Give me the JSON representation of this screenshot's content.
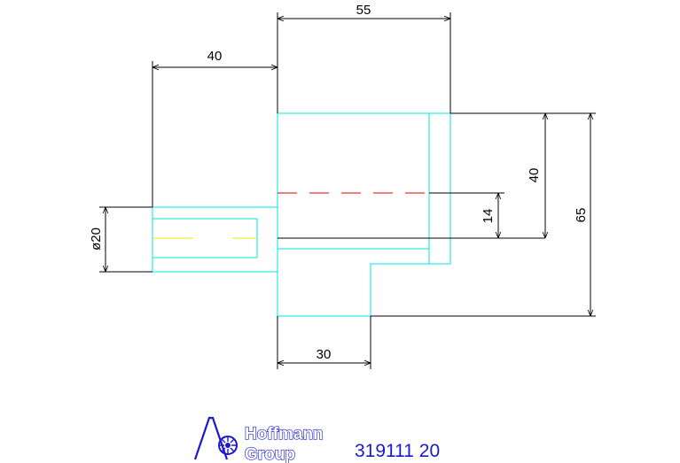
{
  "drawing": {
    "dimensions": {
      "top_width": "55",
      "left_width": "40",
      "bottom_width": "30",
      "diameter": "ø20",
      "height_14": "14",
      "height_40": "40",
      "height_65": "65"
    },
    "colors": {
      "outline": "#00e5e5",
      "dimension": "#000000",
      "centerline_red": "#e00000",
      "centerline_yellow": "#e8e800",
      "brand": "#1a1acc"
    }
  },
  "footer": {
    "brand_line1": "Hoffmann",
    "brand_line2": "Group",
    "part_number": "319111 20",
    "logo_icon": "hoffmann-swirl-icon"
  }
}
